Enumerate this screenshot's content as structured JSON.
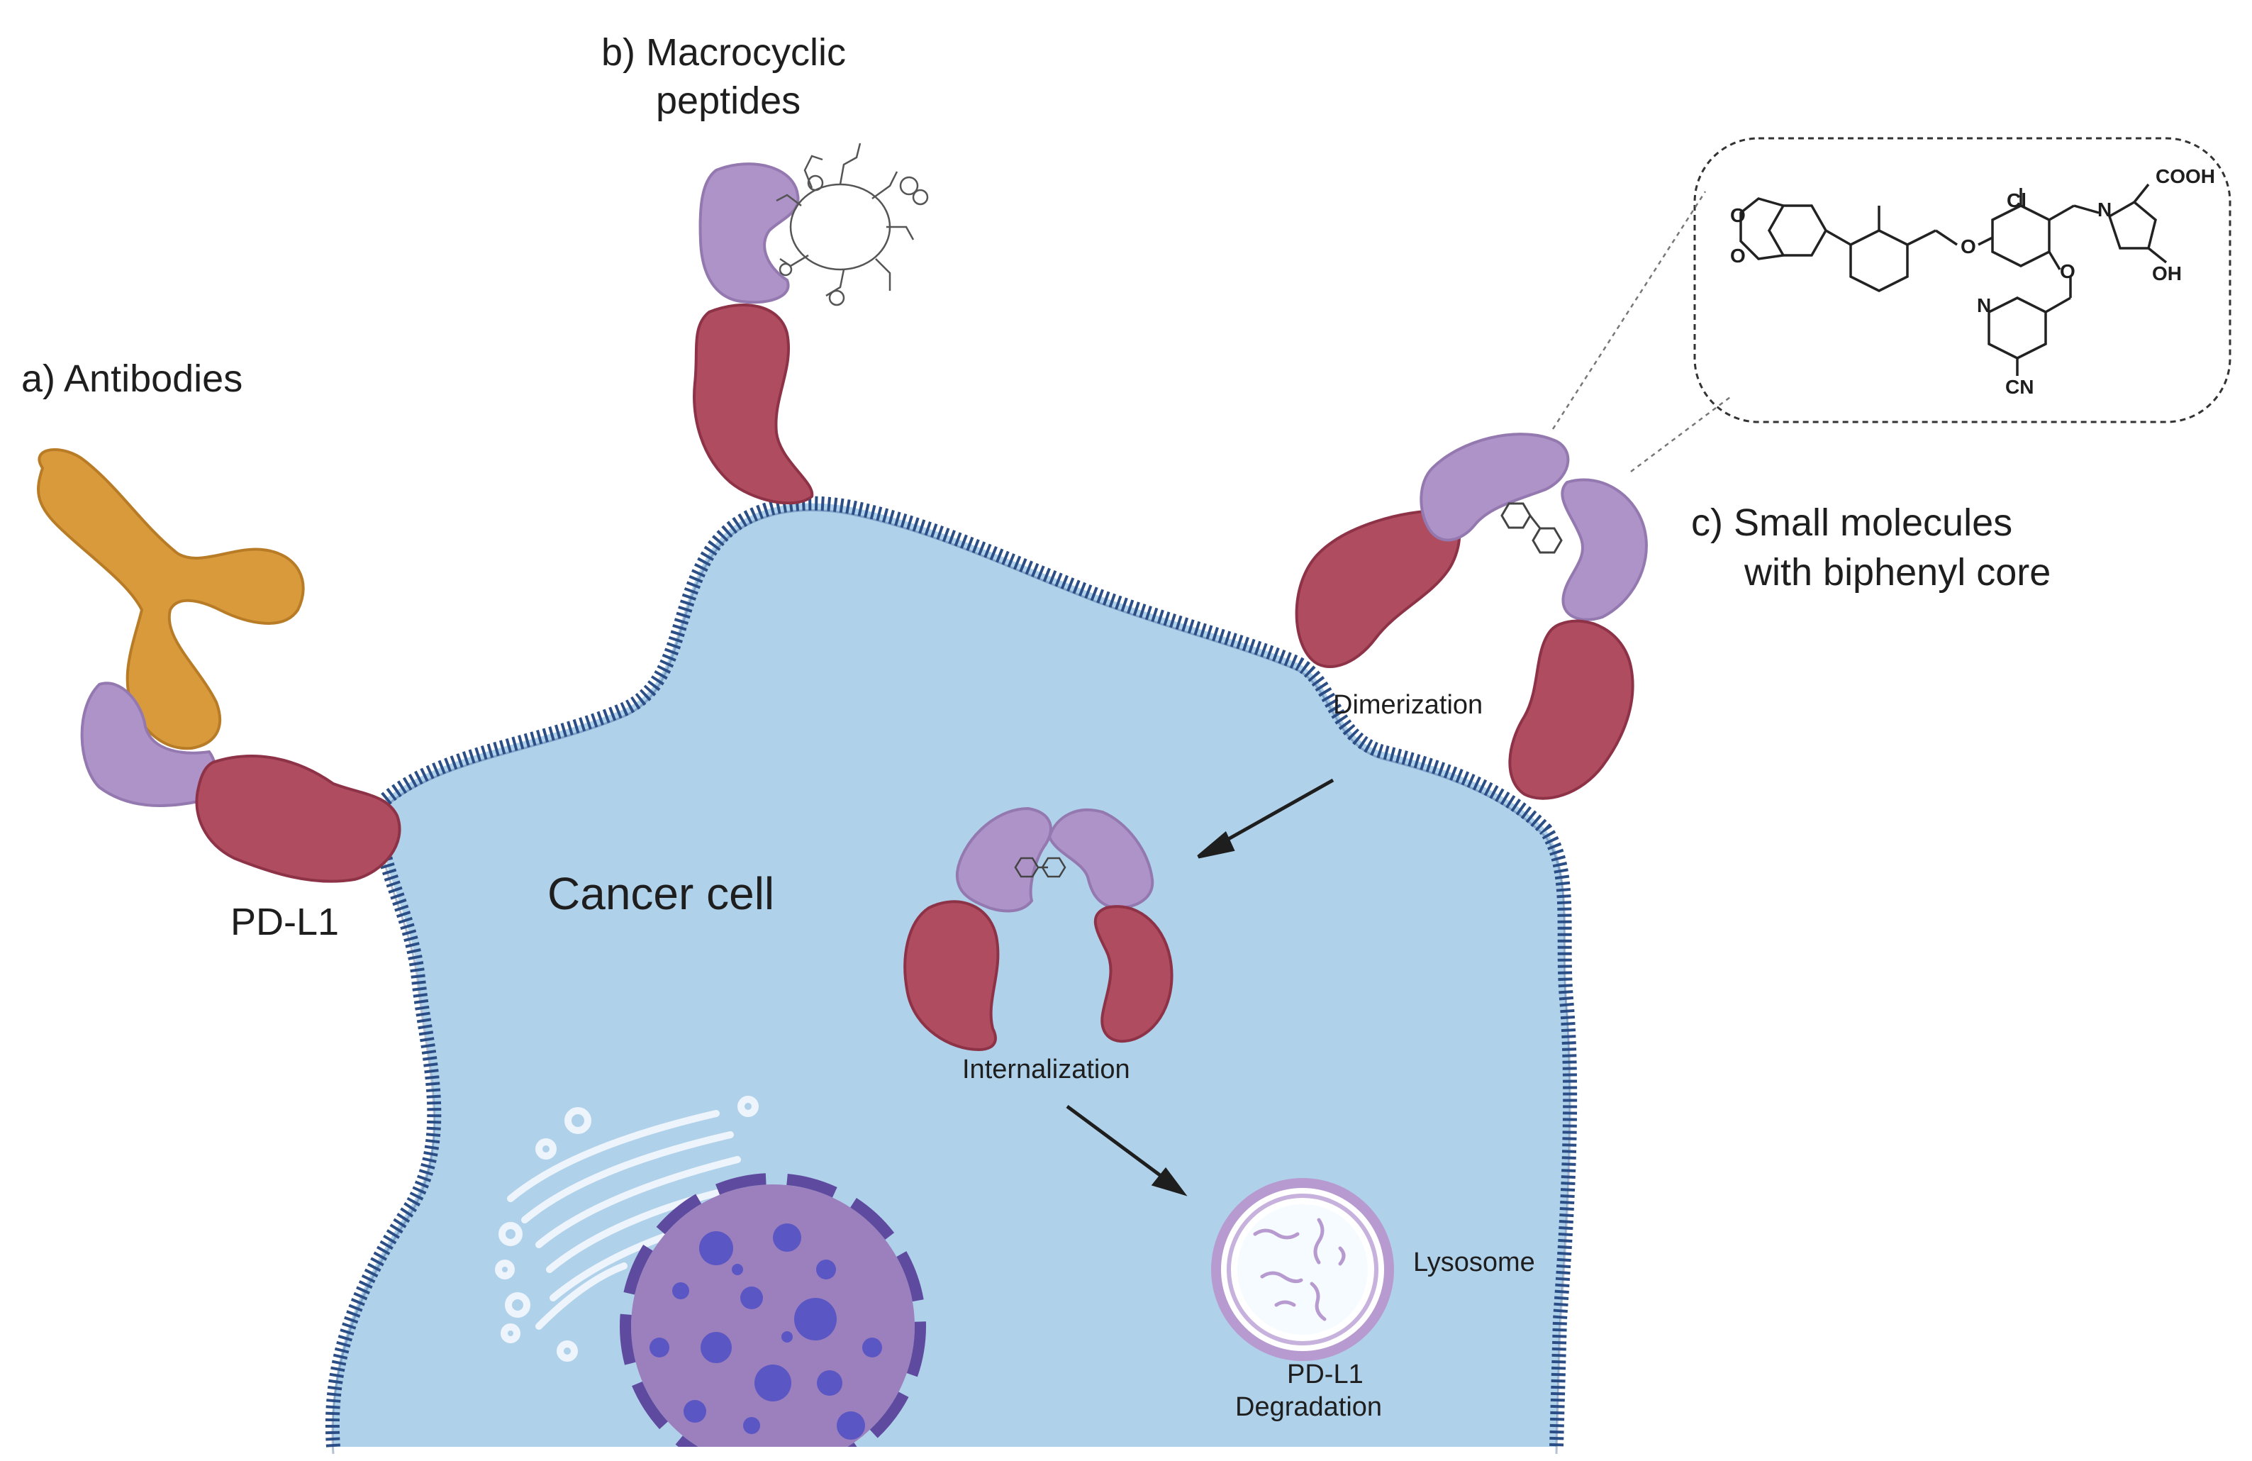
{
  "labels": {
    "antibodies": "a) Antibodies",
    "macrocyclic_line1": "b) Macrocyclic",
    "macrocyclic_line2": "peptides",
    "small_molecules_line1": "c) Small molecules",
    "small_molecules_line2": "with biphenyl core",
    "pd_l1": "PD-L1",
    "cancer_cell": "Cancer cell",
    "dimerization": "Dimerization",
    "internalization": "Internalization",
    "lysosome": "Lysosome",
    "degradation_line1": "PD-L1",
    "degradation_line2": "Degradation"
  },
  "chem_labels": {
    "cooh": "COOH",
    "cl": "Cl",
    "n": "N",
    "o1": "O",
    "o2": "O",
    "o3": "O",
    "o4": "O",
    "oh": "OH",
    "n_ring": "N",
    "cn": "CN"
  },
  "colors": {
    "background": "#ffffff",
    "cell_fill": "#b0d1ea",
    "membrane": "#2b4e86",
    "pd_l1": "#b04c60",
    "pd_l1_dark": "#8e3347",
    "receptor_lilac": "#ae93c8",
    "antibody": "#d99a3c",
    "nucleus": "#9c7fbd",
    "nucleus_dots": "#5a56c4",
    "lysosome_ring": "#b79bd0",
    "arrow": "#1e1e1e"
  },
  "icons": {
    "biphenyl": "biphenyl-icon",
    "macrocycle": "macrocycle-icon",
    "golgi": "golgi-icon",
    "nucleus": "nucleus-icon",
    "lysosome": "lysosome-icon"
  }
}
